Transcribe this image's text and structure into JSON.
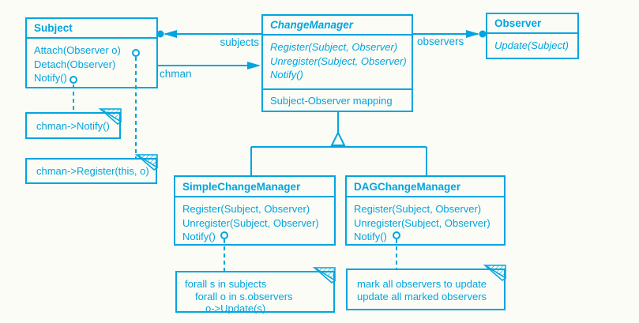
{
  "colors": {
    "ink": "#00a5e0",
    "paper": "#fcfcf6"
  },
  "diagram": {
    "classes": {
      "subject": {
        "title": "Subject",
        "methods": [
          "Attach(Observer o)",
          "Detach(Observer)",
          "Notify()"
        ]
      },
      "change_manager": {
        "title": "ChangeManager",
        "methods": [
          "Register(Subject, Observer)",
          "Unregister(Subject, Observer)",
          "Notify()"
        ],
        "attribute": "Subject-Observer mapping"
      },
      "observer": {
        "title": "Observer",
        "methods": [
          "Update(Subject)"
        ]
      },
      "simple_change_manager": {
        "title": "SimpleChangeManager",
        "methods": [
          "Register(Subject, Observer)",
          "Unregister(Subject, Observer)",
          "Notify()"
        ]
      },
      "dag_change_manager": {
        "title": "DAGChangeManager",
        "methods": [
          "Register(Subject, Observer)",
          "Unregister(Subject, Observer)",
          "Notify()"
        ]
      }
    },
    "associations": [
      {
        "label": "subjects",
        "from": "ChangeManager",
        "to": "Subject",
        "many": true
      },
      {
        "label": "chman",
        "from": "Subject",
        "to": "ChangeManager",
        "many": false
      },
      {
        "label": "observers",
        "from": "ChangeManager",
        "to": "Observer",
        "many": true
      }
    ],
    "inheritance": {
      "parent": "ChangeManager",
      "children": [
        "SimpleChangeManager",
        "DAGChangeManager"
      ]
    },
    "notes": {
      "chman_notify": {
        "lines": [
          "chman->Notify()"
        ]
      },
      "chman_register": {
        "lines": [
          "chman->Register(this, o)"
        ]
      },
      "forall": {
        "lines": [
          "forall s in subjects",
          "forall o in s.observers",
          "o->Update(s)"
        ]
      },
      "mark": {
        "lines": [
          "mark all observers to update",
          "update all marked observers"
        ]
      }
    }
  }
}
